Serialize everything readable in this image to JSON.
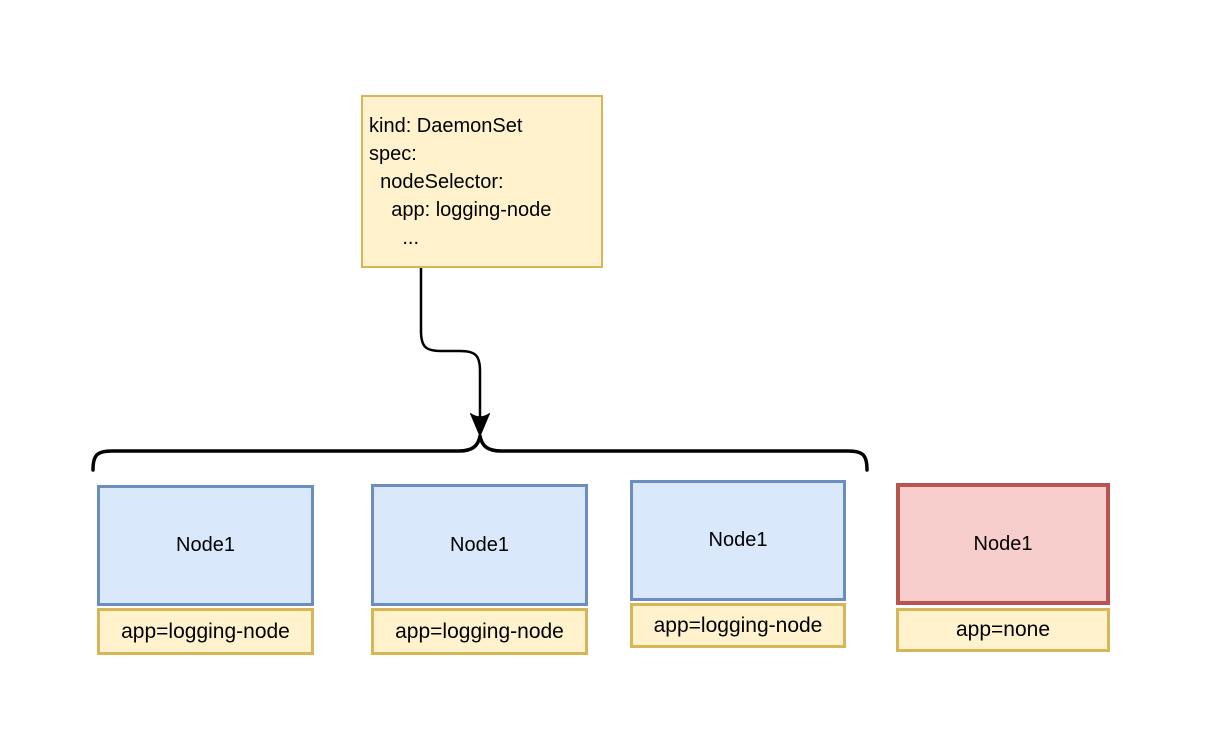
{
  "diagram": {
    "description": "Kubernetes DaemonSet nodeSelector scheduling diagram",
    "spec_box": {
      "lines": [
        "kind: DaemonSet",
        "spec:",
        "  nodeSelector:",
        "    app: logging-node",
        "      ..."
      ],
      "fill": "#fff2cc",
      "border_color": "#d6b656"
    },
    "connector": {
      "color": "#000000",
      "style": "arrow-into-horizontal-brace"
    },
    "nodes": [
      {
        "title": "Node1",
        "selector_label": "app=logging-node",
        "status": "matching",
        "fill": "#dae8fc",
        "border_color": "#6c8ebf"
      },
      {
        "title": "Node1",
        "selector_label": "app=logging-node",
        "status": "matching",
        "fill": "#dae8fc",
        "border_color": "#6c8ebf"
      },
      {
        "title": "Node1",
        "selector_label": "app=logging-node",
        "status": "matching",
        "fill": "#dae8fc",
        "border_color": "#6c8ebf"
      },
      {
        "title": "Node1",
        "selector_label": "app=none",
        "status": "non-matching",
        "fill": "#f8cecc",
        "border_color": "#b85450"
      }
    ],
    "label_style": {
      "fill": "#fff2cc",
      "border_color": "#d6b656"
    }
  }
}
